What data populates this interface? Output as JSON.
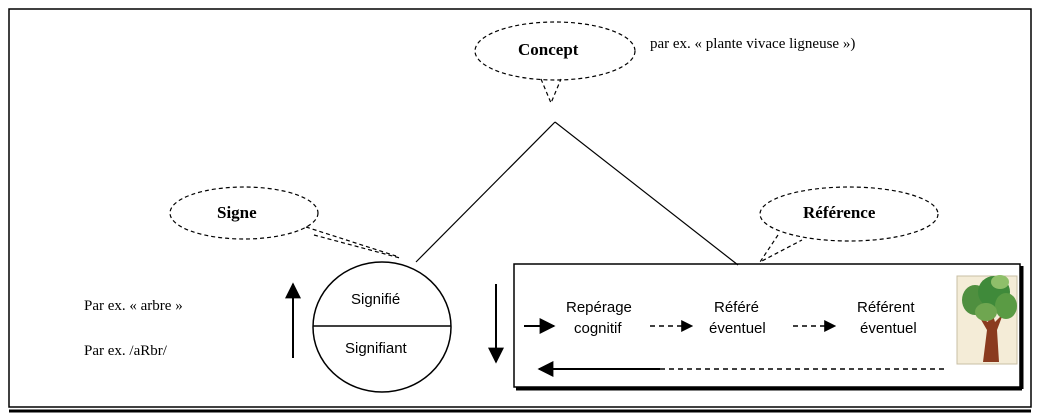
{
  "concept": {
    "bubble_label": "Concept",
    "example": "par ex. « plante vivace ligneuse »)"
  },
  "signe": {
    "bubble_label": "Signe",
    "example_signifie": "Par ex. « arbre »",
    "example_signifiant": "Par ex. /aRbr/",
    "top_half": "Signifié",
    "bottom_half": "Signifiant"
  },
  "reference": {
    "bubble_label": "Référence",
    "steps": [
      {
        "line1": "Repérage",
        "line2": "cognitif"
      },
      {
        "line1": "Référé",
        "line2": "éventuel"
      },
      {
        "line1": "Référent",
        "line2": "éventuel"
      }
    ],
    "image": "tree-drawing"
  },
  "colors": {
    "line": "#000000",
    "tree_foliage": "#3f8a3a",
    "tree_trunk": "#8a3b1f",
    "tree_background": "#f4ecd7"
  }
}
